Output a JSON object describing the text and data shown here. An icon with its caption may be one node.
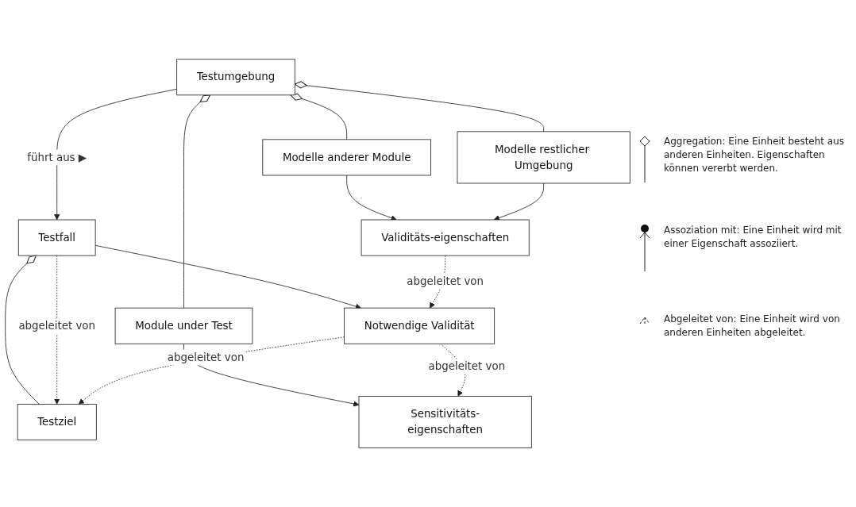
{
  "diagram": {
    "nodes": [
      {
        "text": [
          "Testumgebung"
        ]
      },
      {
        "text": [
          "Module under Test"
        ]
      },
      {
        "text": [
          "Sensitivitäts-eigenschaften"
        ]
      },
      {
        "text": [
          "Testziel"
        ]
      },
      {
        "text": [
          "Testfall"
        ]
      },
      {
        "text": [
          "Modelle anderer Module"
        ]
      },
      {
        "text": [
          "Modelle restlicher Umgebung"
        ]
      },
      {
        "text": [
          "Notwendige Validität"
        ]
      },
      {
        "text": [
          "Validitäts-eigenschaften"
        ]
      }
    ],
    "edges": [
      {
        "from": 0,
        "to": 5,
        "arrow": "other"
      },
      {
        "from": 0,
        "to": 6,
        "arrow": "other"
      },
      {
        "from": 0,
        "to": 1,
        "arrow": "other"
      },
      {
        "from": 0,
        "to": 4,
        "arrow": "to",
        "label": "führt aus ▶"
      },
      {
        "from": 1,
        "to": 2,
        "arrow": "to"
      },
      {
        "from": 4,
        "to": 3,
        "arrow": "other"
      },
      {
        "from": 4,
        "to": 3,
        "arrow": "to",
        "label": "abgeleitet von",
        "style": "dashed"
      },
      {
        "from": 4,
        "to": 7,
        "arrow": "to"
      },
      {
        "from": 7,
        "to": 3,
        "arrow": "to",
        "label": "abgeleitet von",
        "style": "dashed"
      },
      {
        "from": 7,
        "to": 2,
        "arrow": "to",
        "label": "abgeleitet von",
        "style": "dashed"
      },
      {
        "from": 5,
        "to": 8,
        "arrow": "to"
      },
      {
        "from": 6,
        "to": 8,
        "arrow": "to"
      },
      {
        "from": 8,
        "to": 7,
        "arrow": "to",
        "label": "abgeleitet von",
        "style": "dashed"
      }
    ],
    "legend": [
      {
        "text": "Aggregation: Eine Einheit besteht aus anderen Einheiten. Eigenschaften können vererbt werden."
      },
      {
        "text": "Assoziation mit: Eine Einheit wird mit einer Eigenschaft assoziiert."
      },
      {
        "text": "Abgeleitet von: Eine Einheit wird von anderen Einheiten abgeleitet."
      }
    ]
  }
}
